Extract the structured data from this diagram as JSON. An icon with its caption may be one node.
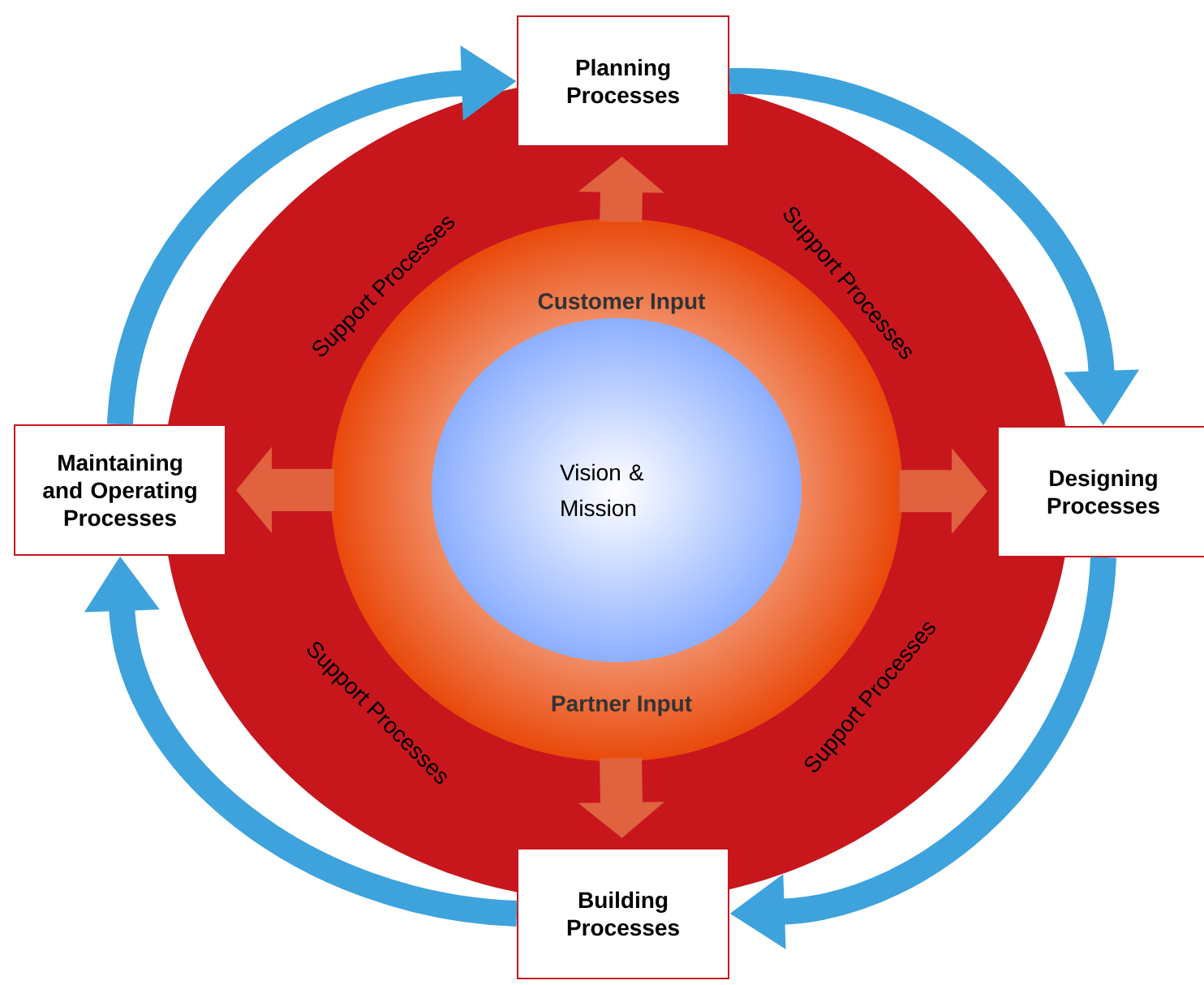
{
  "diagram": {
    "nodes": [
      {
        "text": [
          "Planning Processes"
        ]
      },
      {
        "text": [
          "Designing Processes"
        ]
      },
      {
        "text": [
          "Building Processes"
        ]
      },
      {
        "text": [
          "Maintaining and Operating Processes"
        ]
      },
      {
        "text": [
          "Customer Input",
          "Partner Input"
        ]
      },
      {
        "text": [
          "Vision & Mission"
        ],
        "in": 4
      }
    ],
    "edges": [
      {
        "from": 3,
        "to": 0,
        "arrow": "to",
        "color": "#3ea3dc"
      },
      {
        "from": 0,
        "to": 1,
        "arrow": "to",
        "color": "#3ea3dc"
      },
      {
        "from": 1,
        "to": 2,
        "arrow": "to",
        "color": "#3ea3dc"
      },
      {
        "from": 2,
        "to": 3,
        "arrow": "to",
        "color": "#3ea3dc"
      },
      {
        "from": 4,
        "to": 0,
        "arrow": "to",
        "color": "#e0623f"
      },
      {
        "from": 4,
        "to": 1,
        "arrow": "to",
        "color": "#e0623f"
      },
      {
        "from": 4,
        "to": 2,
        "arrow": "to",
        "color": "#e0623f"
      },
      {
        "from": 4,
        "to": 3,
        "arrow": "to",
        "color": "#e0623f"
      }
    ],
    "labels": [
      "Support Processes",
      "Support Processes",
      "Support Processes",
      "Support Processes"
    ]
  }
}
